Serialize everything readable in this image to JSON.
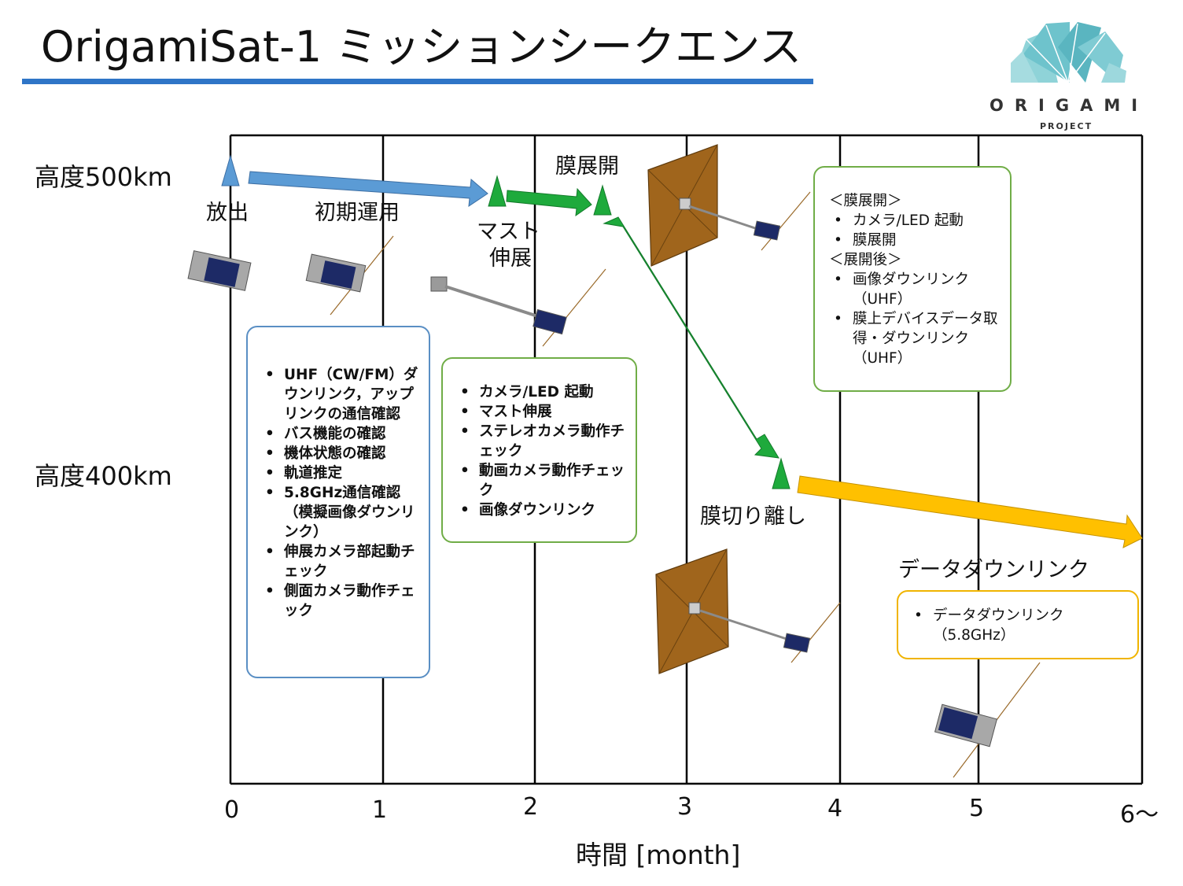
{
  "title": "OrigamiSat-1 ミッションシークエンス",
  "logo": {
    "word": "ORIGAMI",
    "sub": "PROJECT"
  },
  "altitudes": {
    "high": "高度500km",
    "low": "高度400km"
  },
  "phases": {
    "release": "放出",
    "initial_ops": "初期運用",
    "mast_extension_line1": "マスト",
    "mast_extension_line2": "伸展",
    "membrane_deploy": "膜展開",
    "membrane_separation": "膜切り離し",
    "data_downlink": "データダウンリンク"
  },
  "boxes": {
    "initial": {
      "items": [
        "UHF（CW/FM）ダウンリンク，アップリンクの通信確認",
        "バス機能の確認",
        "機体状態の確認",
        "軌道推定",
        "5.8GHz通信確認（模擬画像ダウンリンク）",
        "伸展カメラ部起動チェック",
        "側面カメラ動作チェック"
      ]
    },
    "mast": {
      "items": [
        "カメラ/LED 起動",
        "マスト伸展",
        "ステレオカメラ動作チェック",
        "動画カメラ動作チェック",
        "画像ダウンリンク"
      ]
    },
    "membrane": {
      "head1": "＜膜展開＞",
      "items1": [
        "カメラ/LED 起動",
        "膜展開"
      ],
      "head2": "＜展開後＞",
      "items2": [
        "画像ダウンリンク（UHF）",
        "膜上デバイスデータ取得・ダウンリンク（UHF）"
      ]
    },
    "downlink": {
      "items": [
        "データダウンリンク（5.8GHz）"
      ]
    }
  },
  "x_axis": {
    "ticks": [
      "0",
      "1",
      "2",
      "3",
      "4",
      "5",
      "6～"
    ],
    "label": "時間 [month]"
  },
  "colors": {
    "title_bar": "#2f75c7",
    "arrow_blue": "#5b9bd5",
    "arrow_green": "#1eaa3c",
    "arrow_yellow": "#ffc000",
    "box_blue": "#5a8fc4",
    "box_green": "#70ad47",
    "box_yellow": "#f0b400"
  }
}
